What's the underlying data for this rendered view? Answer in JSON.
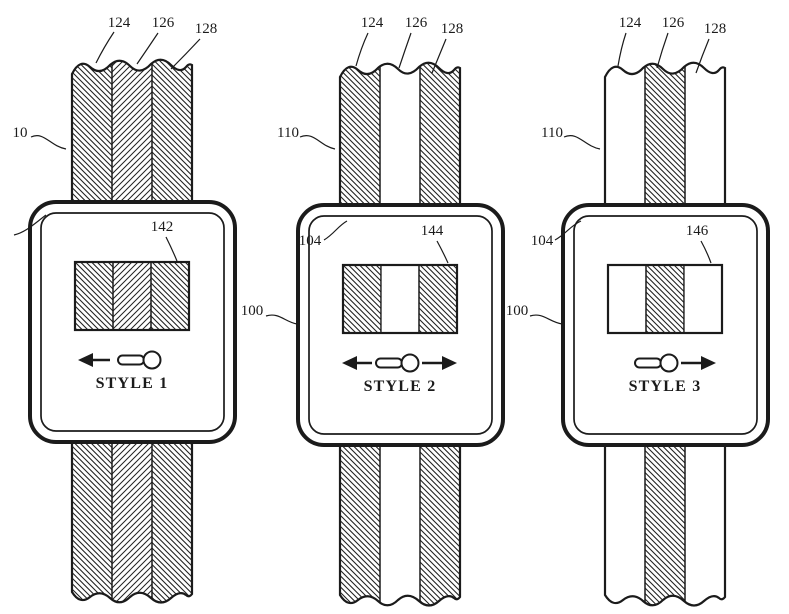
{
  "figures": [
    {
      "style_label": "STYLE 1",
      "slider_direction": "left",
      "band_pattern": [
        "hatch",
        "hatch-alt",
        "hatch"
      ],
      "refs": {
        "band_left": "124",
        "band_middle": "126",
        "band_right": "128",
        "device": "10",
        "swatch": "142"
      }
    },
    {
      "style_label": "STYLE 2",
      "slider_direction": "both",
      "band_pattern": [
        "hatch",
        "plain",
        "hatch"
      ],
      "refs": {
        "band_left": "124",
        "band_middle": "126",
        "band_right": "128",
        "band": "110",
        "body": "104",
        "device": "100",
        "swatch": "144"
      }
    },
    {
      "style_label": "STYLE 3",
      "slider_direction": "right",
      "band_pattern": [
        "plain",
        "hatch",
        "plain"
      ],
      "refs": {
        "band_left": "124",
        "band_middle": "126",
        "band_right": "128",
        "band": "110",
        "body": "104",
        "device": "100",
        "swatch": "146"
      }
    }
  ],
  "colors": {
    "ink": "#1b1b1b",
    "background": "#ffffff"
  }
}
